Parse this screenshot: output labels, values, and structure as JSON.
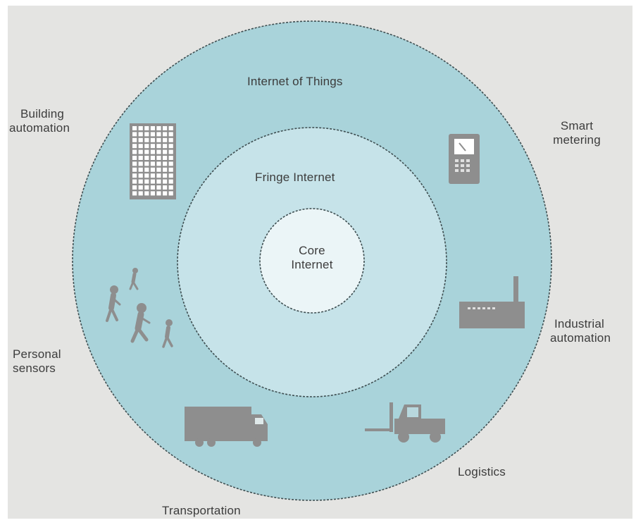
{
  "rings": {
    "outer": "Internet of Things",
    "middle": "Fringe Internet",
    "inner_line1": "Core",
    "inner_line2": "Internet"
  },
  "labels": {
    "building": [
      "Building",
      "automation"
    ],
    "smart": [
      "Smart",
      "metering"
    ],
    "industrial": [
      "Industrial",
      "automation"
    ],
    "personal": [
      "Personal",
      "sensors"
    ],
    "logistics": "Logistics",
    "transportation": "Transportation"
  },
  "icons": [
    "building-icon",
    "smart-meter-icon",
    "factory-icon",
    "walking-people-icon",
    "truck-icon",
    "forklift-icon"
  ],
  "colors": {
    "background": "#e4e4e2",
    "outer_ring": "#a9d3da",
    "middle_ring": "#c6e3e9",
    "inner_ring": "#ebf5f7",
    "icon": "#8e8e8e",
    "text": "#3c3c3c"
  }
}
